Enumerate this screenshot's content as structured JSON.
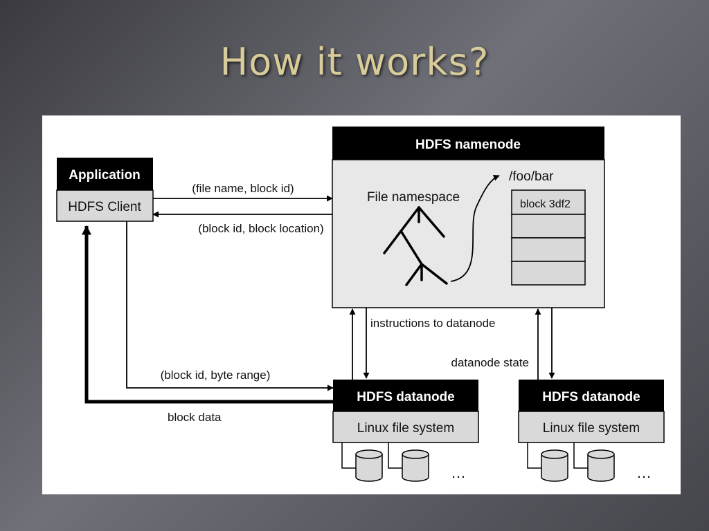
{
  "slide": {
    "title": "How it works?"
  },
  "diagram": {
    "application": {
      "header": "Application",
      "client": "HDFS Client"
    },
    "namenode": {
      "header": "HDFS namenode",
      "namespace_label": "File namespace",
      "path": "/foo/bar",
      "block_label": "block 3df2"
    },
    "datanodes": [
      {
        "header": "HDFS datanode",
        "fs": "Linux file system",
        "ellipsis": "…"
      },
      {
        "header": "HDFS datanode",
        "fs": "Linux file system",
        "ellipsis": "…"
      }
    ],
    "labels": {
      "request": "(file name, block id)",
      "response": "(block id, block location)",
      "instructions": "instructions to datanode",
      "state": "datanode state",
      "byte_range": "(block id, byte range)",
      "block_data": "block data"
    }
  }
}
